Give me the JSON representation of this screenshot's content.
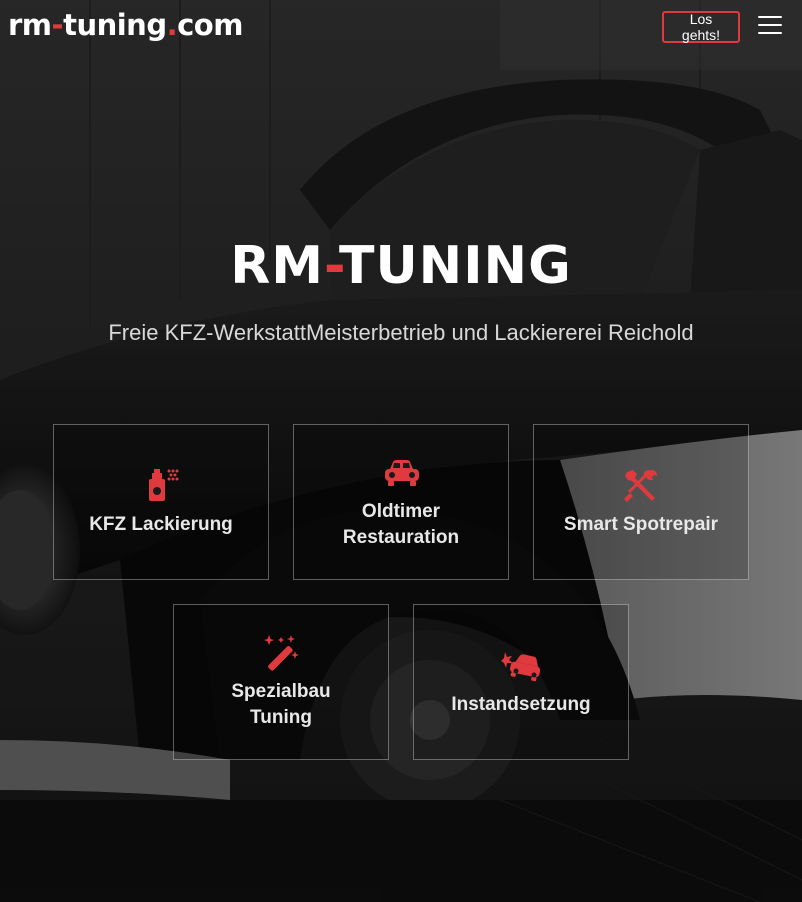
{
  "header": {
    "logo_part1": "rm",
    "logo_dash": "-",
    "logo_part2": "tuning",
    "logo_dot": ".",
    "logo_part3": "com",
    "cta_label": "Los gehts!",
    "menu_icon": "hamburger-icon"
  },
  "hero": {
    "title_part1": "RM",
    "title_dash": "-",
    "title_part2": "TUNING",
    "subtitle": "Freie KFZ-WerkstattMeisterbetrieb und Lackiererei Reichold"
  },
  "colors": {
    "accent": "#e03a3e",
    "text": "#ffffff",
    "subtitle": "#d8d8d8"
  },
  "services": [
    {
      "label": "KFZ Lackierung",
      "icon": "spray-paint-icon"
    },
    {
      "label": "Oldtimer\nRestauration",
      "icon": "car-icon"
    },
    {
      "label": "Smart Spotrepair",
      "icon": "tools-icon"
    },
    {
      "label": "Spezialbau\nTuning",
      "icon": "magic-wand-icon"
    },
    {
      "label": "Instandsetzung",
      "icon": "car-crash-icon"
    }
  ]
}
